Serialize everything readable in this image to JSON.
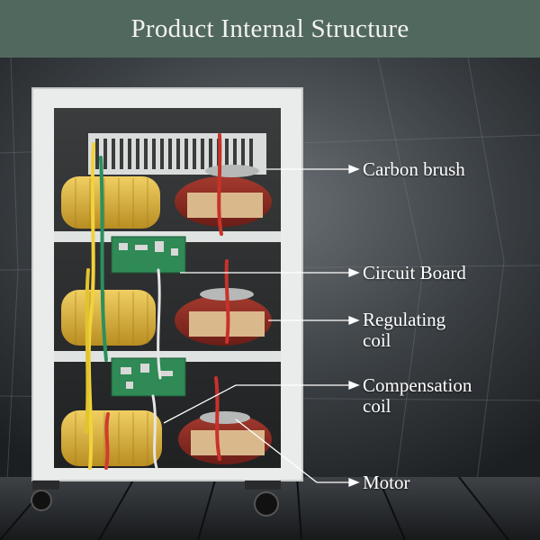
{
  "header": {
    "title": "Product Internal Structure"
  },
  "callouts": {
    "carbon_brush": "Carbon brush",
    "circuit_board": "Circuit Board",
    "regulating_coil_line1": "Regulating",
    "regulating_coil_line2": "coil",
    "compensation_coil_line1": "Compensation",
    "compensation_coil_line2": "coil",
    "motor": "Motor"
  },
  "colors": {
    "header_bg": "#51685e",
    "cabinet_frame": "#e9ecea",
    "transformer_yellow": "#e0b73a",
    "coil_red": "#8e2a22",
    "pcb_green": "#2f8a55",
    "callout_text": "#ffffff"
  }
}
